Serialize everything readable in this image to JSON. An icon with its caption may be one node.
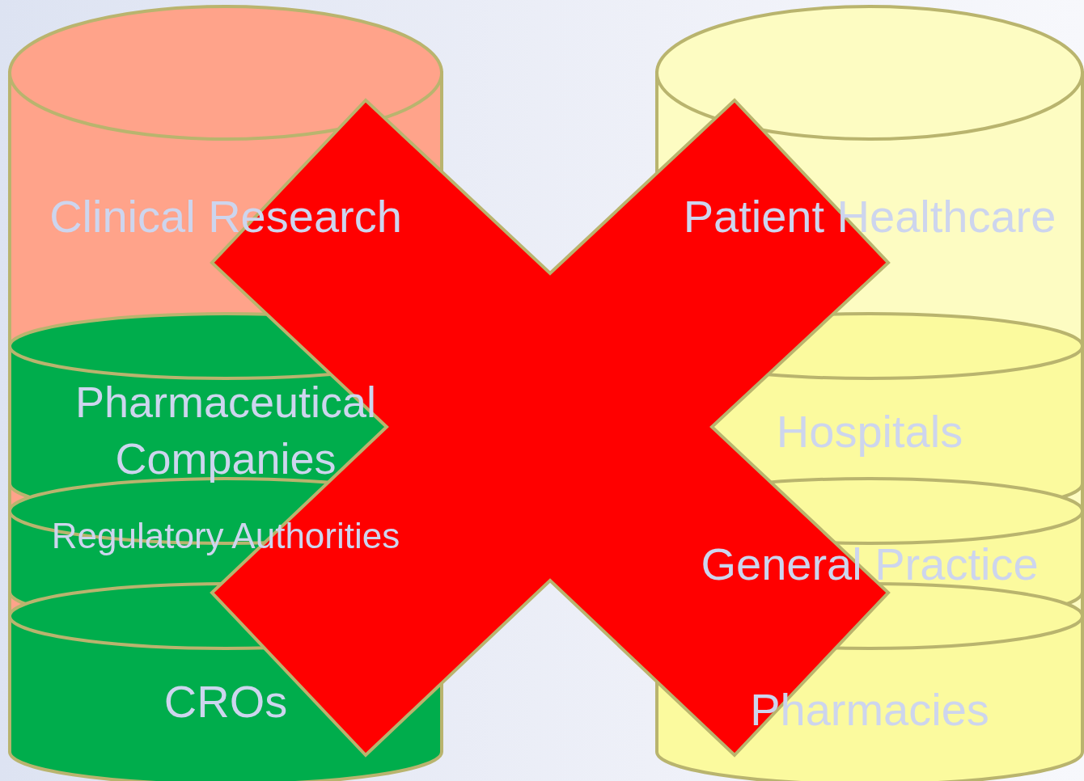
{
  "diagram": {
    "nodes": [
      {
        "text": [
          "Clinical Research"
        ]
      },
      {
        "text": [
          "Pharmaceutical Companies"
        ],
        "in": 0
      },
      {
        "text": [
          "Regulatory Authorities"
        ],
        "in": 0
      },
      {
        "text": [
          "CROs"
        ],
        "in": 0
      },
      {
        "text": [
          "Patient Healthcare"
        ]
      },
      {
        "text": [
          "Hospitals"
        ],
        "in": 4
      },
      {
        "text": [
          "General Practice"
        ],
        "in": 4
      },
      {
        "text": [
          "Pharmacies"
        ],
        "in": 4
      }
    ]
  }
}
